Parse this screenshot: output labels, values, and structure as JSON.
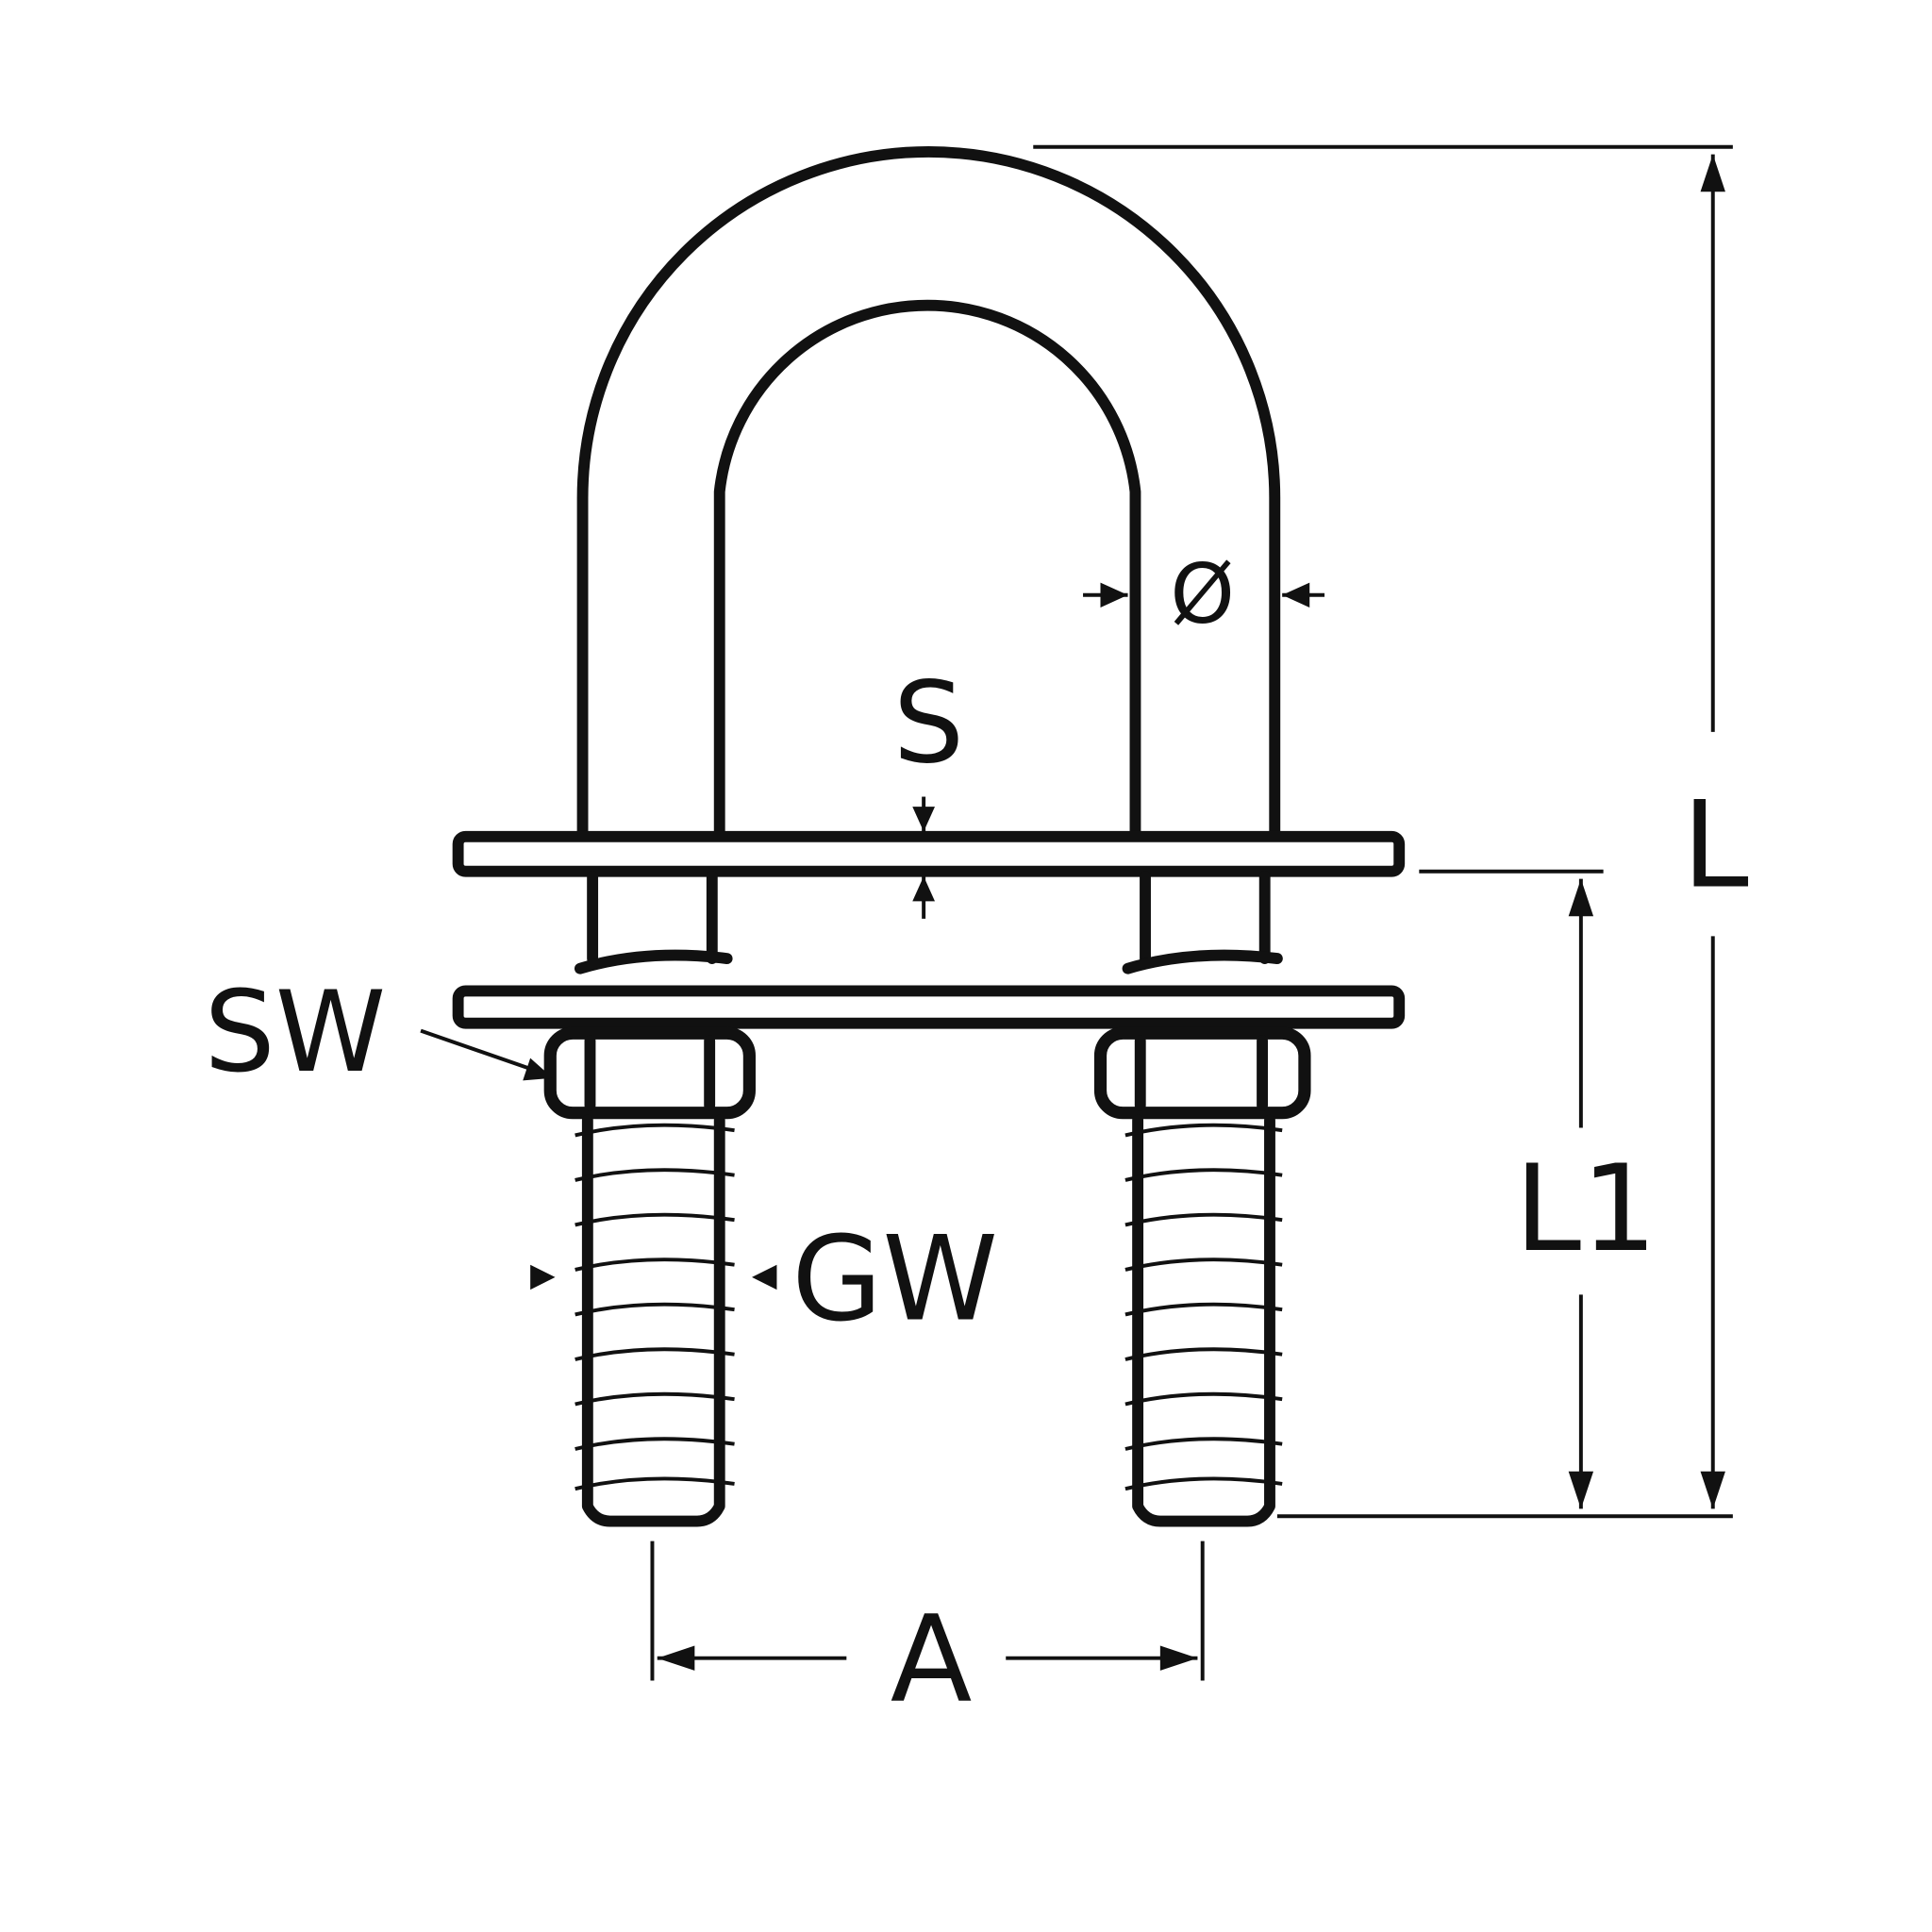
{
  "diagram": {
    "subject": "U-bolt with mounting plates, nuts and threaded ends",
    "colors": {
      "line": "#111111",
      "background": "#ffffff"
    },
    "labels": {
      "diameter": "Ø",
      "plate_thickness": "S",
      "wrench_size": "SW",
      "thread": "GW",
      "length_total": "L",
      "length_thread": "L1",
      "pitch_width": "A"
    }
  }
}
